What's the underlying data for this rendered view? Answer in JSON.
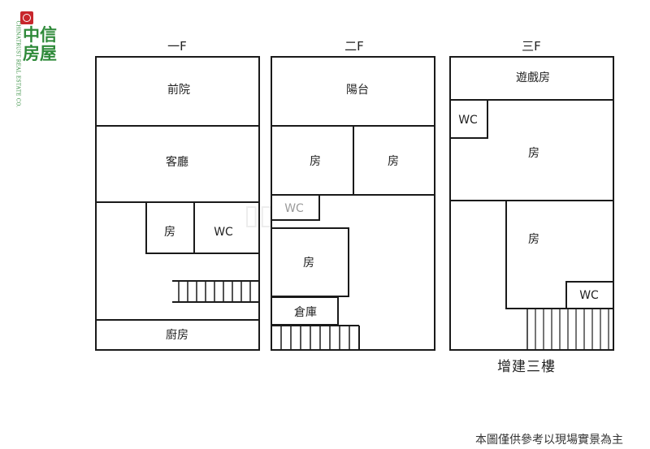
{
  "logo": {
    "brand_zh_line1": "中信",
    "brand_zh_line2": "房屋",
    "brand_en": "CHINATRUST REAL ESTATE CO.",
    "brand_color": "#2f8a3a",
    "mark_color": "#c8262c"
  },
  "floors": [
    {
      "title": "一F",
      "rooms": {
        "front_yard": "前院",
        "living_room": "客廳",
        "bedroom": "房",
        "wc": "WC",
        "kitchen": "廚房"
      }
    },
    {
      "title": "二F",
      "rooms": {
        "balcony": "陽台",
        "bedroom_left": "房",
        "bedroom_right": "房",
        "wc": "WC",
        "bedroom_mid": "房",
        "storage": "倉庫"
      }
    },
    {
      "title": "三F",
      "rooms": {
        "game_room": "遊戲房",
        "wc_top": "WC",
        "bedroom_top": "房",
        "bedroom_bottom": "房",
        "wc_bottom": "WC"
      }
    }
  ],
  "annotation": "增建三樓",
  "footnote": "本圖僅供參考以現場實景為主"
}
